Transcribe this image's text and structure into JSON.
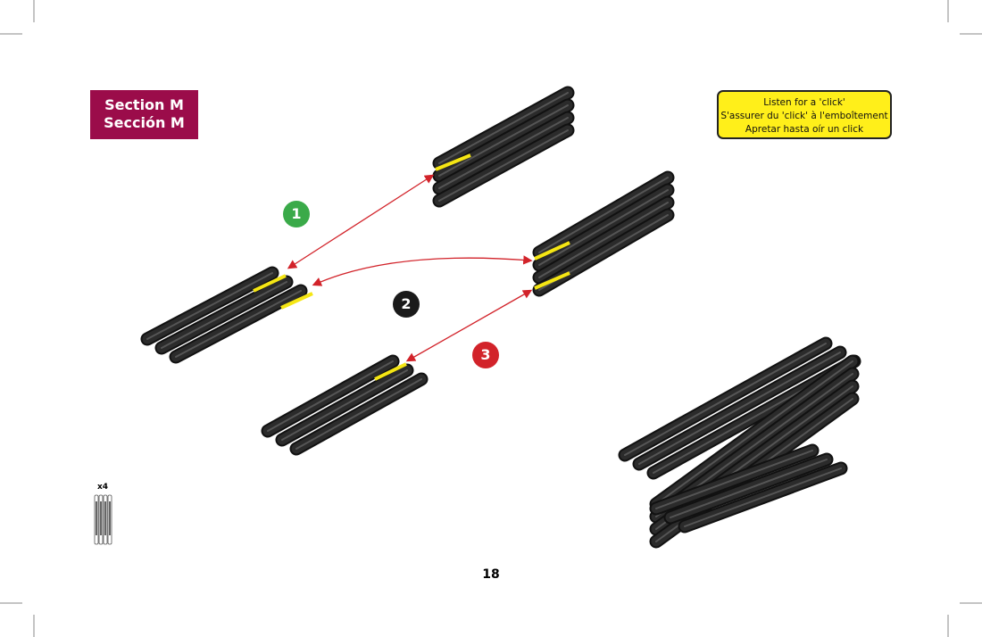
{
  "section": {
    "line1": "Section M",
    "line2": "Sección M"
  },
  "note": {
    "line1": "Listen for a 'click'",
    "line2": "S'assurer du 'click' à l'emboîtement",
    "line3": "Apretar hasta oír un click"
  },
  "steps": [
    {
      "label": "1",
      "color": "#3aaa49"
    },
    {
      "label": "2",
      "color": "#1a1a1a"
    },
    {
      "label": "3",
      "color": "#d2232a"
    }
  ],
  "parts": {
    "quantity": "x4"
  },
  "page_number": "18"
}
